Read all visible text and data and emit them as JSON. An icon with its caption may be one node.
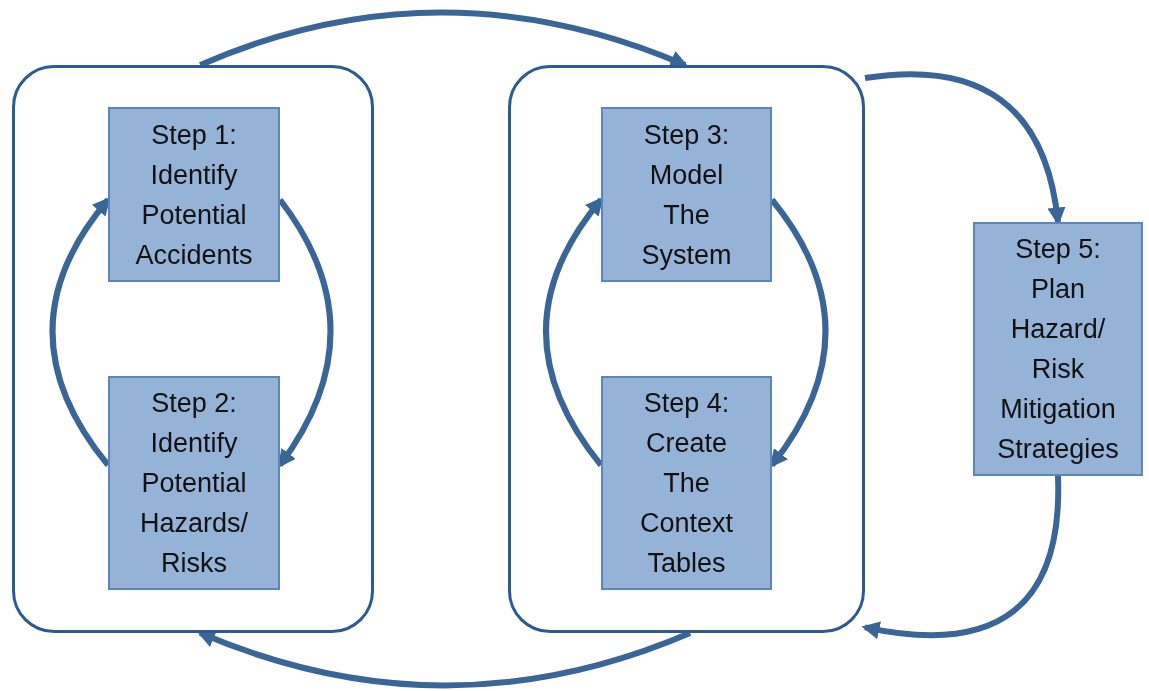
{
  "diagram": {
    "nodes": [
      {
        "text": [],
        "shape": "box"
      },
      {
        "text": [
          "Step 1: Identify Potential Accidents"
        ],
        "in": 0
      },
      {
        "text": [
          "Step 2: Identify Potential Hazards/ Risks"
        ],
        "in": 0
      },
      {
        "text": [],
        "shape": "box"
      },
      {
        "text": [
          "Step 3: Model The System"
        ],
        "in": 3
      },
      {
        "text": [
          "Step 4: Create The Context Tables"
        ],
        "in": 3
      },
      {
        "text": [
          "Step 5: Plan Hazard/ Risk Mitigation Strategies"
        ]
      }
    ],
    "edges": [
      {
        "from": 1,
        "to": 2,
        "arrow": "to"
      },
      {
        "from": 2,
        "to": 1,
        "arrow": "to"
      },
      {
        "from": 4,
        "to": 5,
        "arrow": "to"
      },
      {
        "from": 5,
        "to": 4,
        "arrow": "to"
      },
      {
        "from": 0,
        "to": 3,
        "arrow": "to"
      },
      {
        "from": 3,
        "to": 6,
        "arrow": "to"
      },
      {
        "from": 6,
        "to": 3,
        "arrow": "to"
      },
      {
        "from": 3,
        "to": 0,
        "arrow": "to"
      }
    ]
  }
}
